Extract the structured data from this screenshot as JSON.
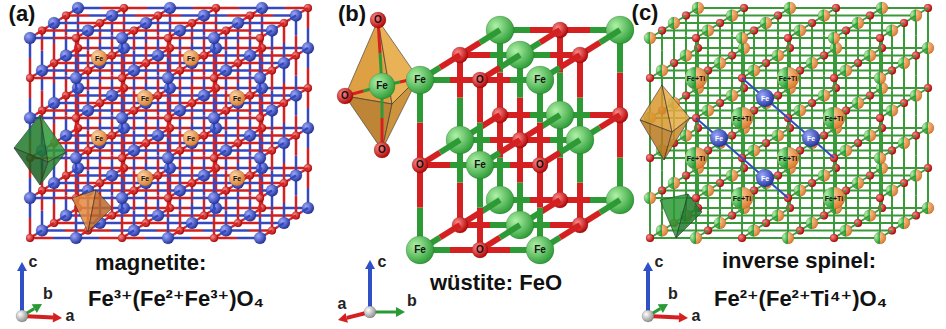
{
  "diagram": {
    "labels": [
      "(a)",
      "Fe",
      "Fe",
      "Fe",
      "Fe",
      "Fe",
      "Fe",
      "Fe",
      "Fe",
      "c",
      "b",
      "a",
      "magnetite:",
      "Fe³⁺(Fe²⁺Fe³⁺)O₄",
      "(b)",
      "O",
      "Fe",
      "O",
      "O",
      "Fe",
      "O",
      "Fe",
      "O",
      "Fe",
      "O",
      "Fe",
      "O",
      "Fe",
      "c",
      "a",
      "b",
      "wüstite: FeO",
      "(c)",
      "Fe+Ti",
      "Fe+Ti",
      "Fe+Ti",
      "Fe+Ti",
      "Fe+Ti",
      "Fe+Ti",
      "Fe+Ti",
      "Fe+Ti",
      "Fe",
      "Fe",
      "Fe",
      "Fe",
      "c",
      "b",
      "a",
      "inverse spinel:",
      "Fe²⁺(Fe²⁺Ti⁴⁺)O₄"
    ]
  }
}
